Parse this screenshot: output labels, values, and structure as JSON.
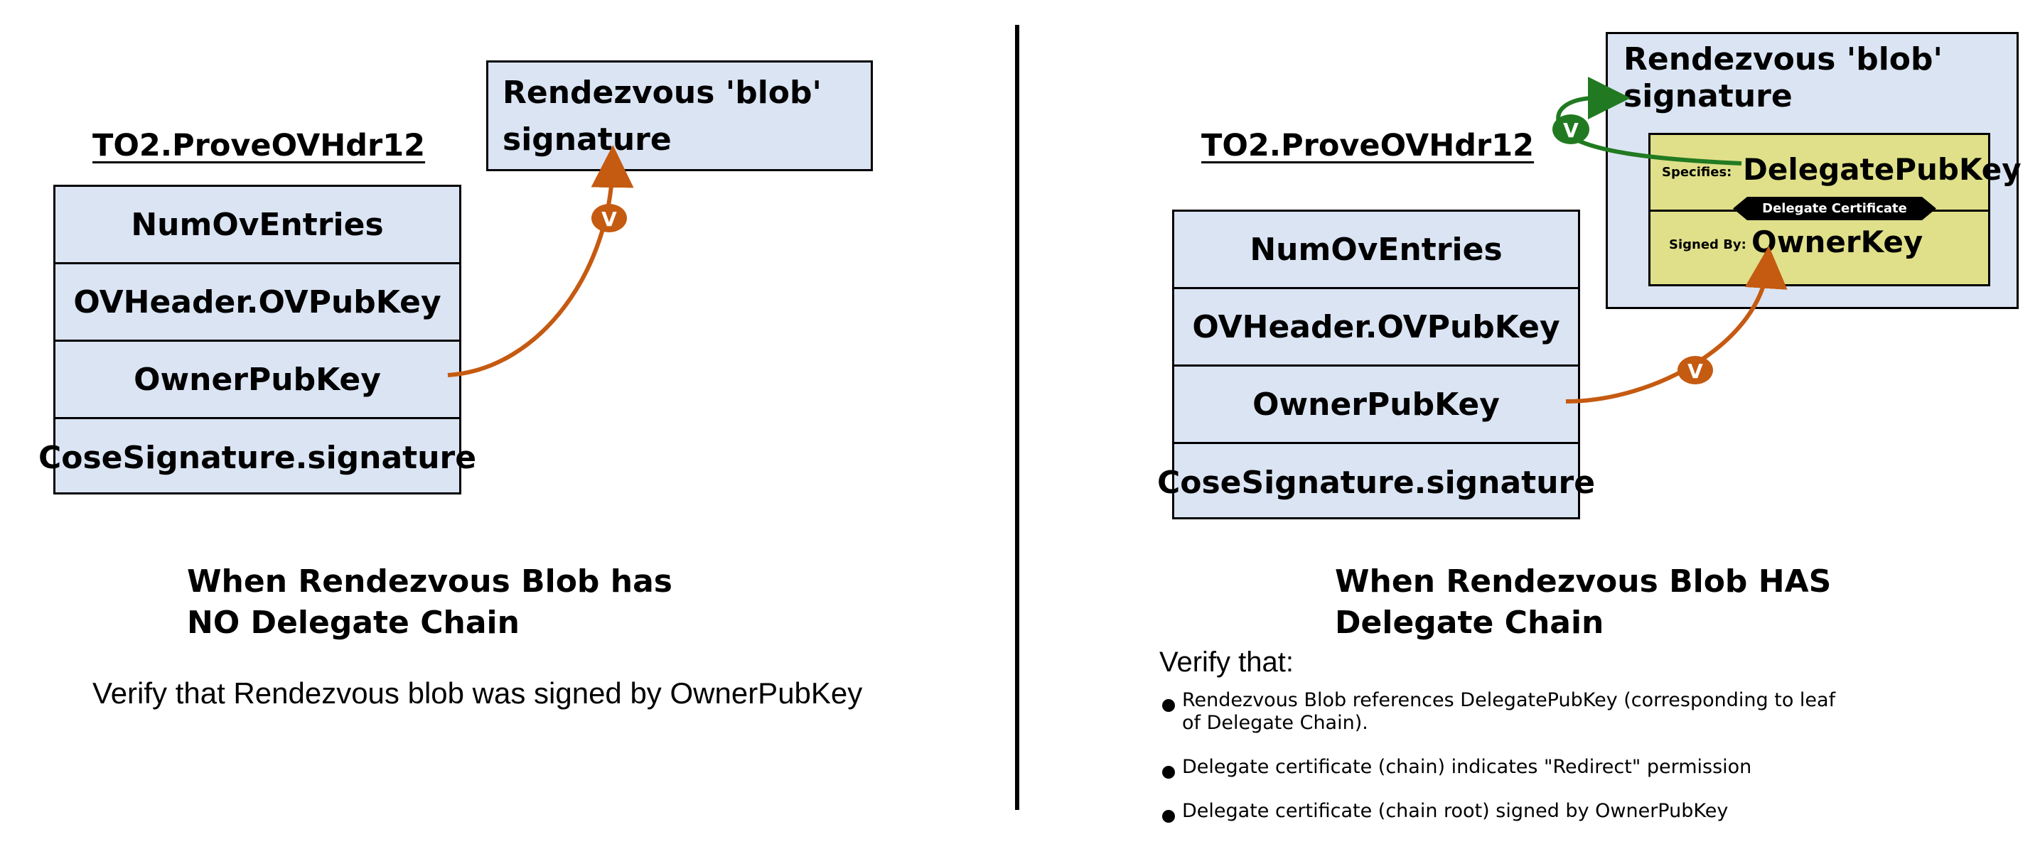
{
  "left": {
    "title": "TO2.ProveOVHdr12",
    "rows": [
      "NumOvEntries",
      "OVHeader.OVPubKey",
      "OwnerPubKey",
      "CoseSignature.signature"
    ],
    "blob_line1": "Rendezvous 'blob'",
    "blob_line2": "signature",
    "verify_badge": "V",
    "heading_line1": "When Rendezvous Blob has",
    "heading_line2": "NO Delegate Chain",
    "description": "Verify that Rendezvous blob was signed by OwnerPubKey"
  },
  "right": {
    "title": "TO2.ProveOVHdr12",
    "rows": [
      "NumOvEntries",
      "OVHeader.OVPubKey",
      "OwnerPubKey",
      "CoseSignature.signature"
    ],
    "blob_line1": "Rendezvous 'blob'",
    "blob_line2": "signature",
    "specifies_label": "Specifies:",
    "delegate_key": "DelegatePubKey",
    "cert_banner": "Delegate Certificate",
    "signed_by_label": "Signed By:",
    "owner_key": "OwnerKey",
    "verify_badge_green": "V",
    "verify_badge_orange": "V",
    "heading_line1": "When Rendezvous Blob HAS",
    "heading_line2": "Delegate Chain",
    "verify_intro": "Verify that:",
    "bullets": [
      "Rendezvous Blob references DelegatePubKey (corresponding to leaf of Delegate Chain).",
      "Delegate certificate (chain) indicates \"Redirect\" permission",
      "Delegate certificate (chain root) signed by OwnerPubKey"
    ]
  },
  "colors": {
    "box_fill": "#dbe4f3",
    "cert_fill": "#e0e08a",
    "orange_arrow": "#c55a11",
    "green_arrow": "#217a21"
  }
}
